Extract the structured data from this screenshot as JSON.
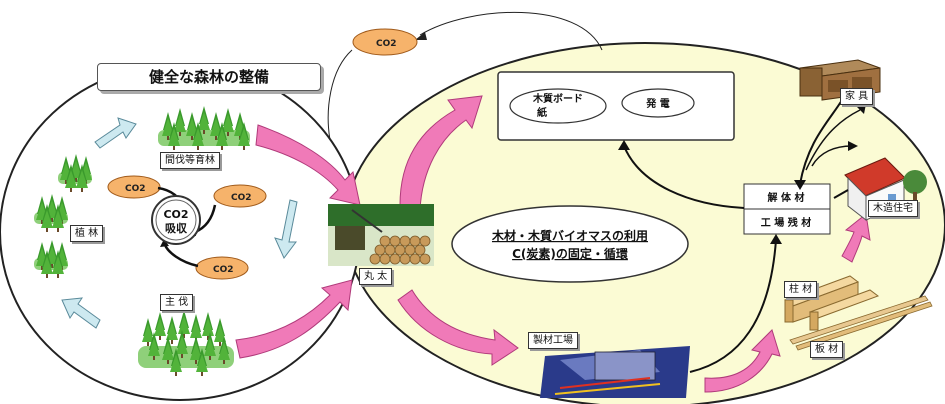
{
  "title": "健全な森林の整備",
  "forest_cycle": {
    "thinning": "間伐等育林",
    "planting": "植 林",
    "harvest": "主 伐",
    "absorption_line1": "CO2",
    "absorption_line2": "吸収",
    "co2_label": "CO2"
  },
  "utilization": {
    "log": "丸 太",
    "sawmill": "製材工場",
    "center_line1": "木材・木質バイオマスの利用",
    "center_line2": "C(炭素)の固定・循環",
    "board_paper_line1": "木質ボード",
    "board_paper_line2": "紙",
    "power": "発 電",
    "demolition": "解 体 材",
    "factory_waste": "工 場 残 材",
    "furniture": "家 具",
    "wooden_house": "木造住宅",
    "pillar": "柱  材",
    "plank": "板  材",
    "co2_top": "CO2"
  }
}
